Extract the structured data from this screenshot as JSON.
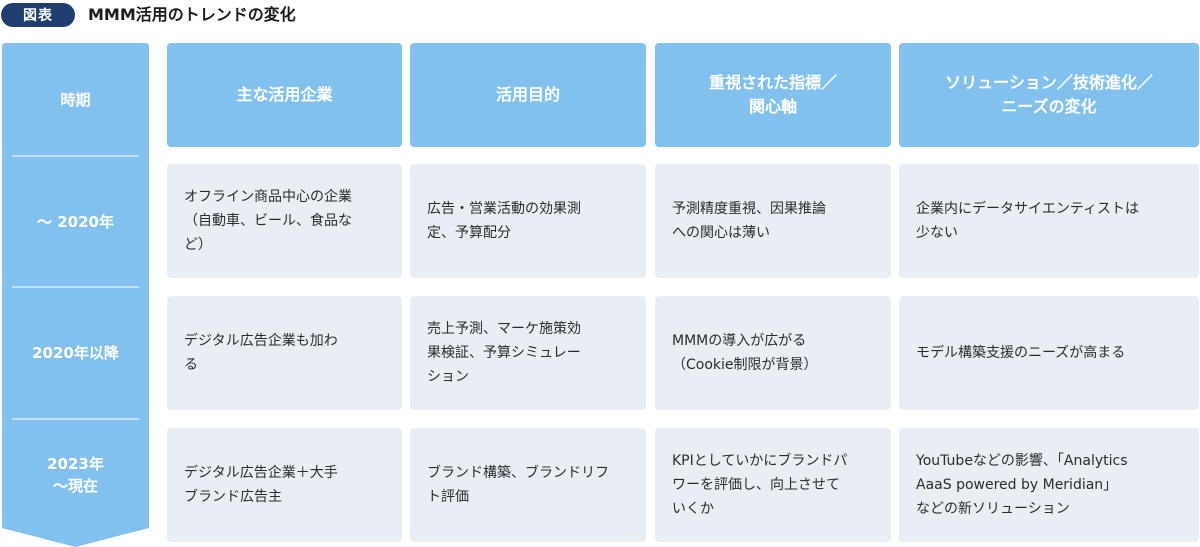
{
  "figure": {
    "badge": "図表",
    "title": "MMM活用のトレンドの変化"
  },
  "table": {
    "period_header": "時期",
    "headers": [
      "主な活用企業",
      "活用目的",
      "重視された指標／\n関心軸",
      "ソリューション／技術進化／\nニーズの変化"
    ],
    "rows": [
      {
        "period": "～ 2020年",
        "cells": [
          "オフライン商品中心の企業\n（自動車、ビール、食品な\nど）",
          "広告・営業活動の効果測\n定、予算配分",
          "予測精度重視、因果推論\nへの関心は薄い",
          "企業内にデータサイエンティストは\n少ない"
        ]
      },
      {
        "period": "2020年以降",
        "cells": [
          "デジタル広告企業も加わ\nる",
          "売上予測、マーケ施策効\n果検証、予算シミュレー\nション",
          "MMMの導入が広がる\n（Cookie制限が背景）",
          "モデル構築支援のニーズが高まる"
        ]
      },
      {
        "period": "2023年\n～現在",
        "cells": [
          "デジタル広告企業＋大手\nブランド広告主",
          "ブランド構築、ブランドリフ\nト評価",
          "KPIとしていかにブランドパ\nワーを評価し、向上させて\nいくか",
          "YouTubeなどの影響、「Analytics\nAaaS powered by Meridian」\nなどの新ソリューション"
        ]
      }
    ]
  },
  "colors": {
    "badge": "#1d3e6e",
    "header_blue": "#82c1ee",
    "period_arrow": "#82c1ee",
    "cell_bg": "#e9eef4"
  }
}
